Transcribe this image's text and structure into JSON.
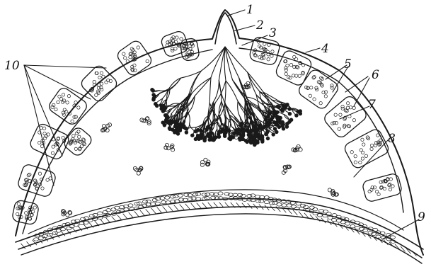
{
  "figure": {
    "labels": {
      "l1": "1",
      "l2": "2",
      "l3": "3",
      "l4": "4",
      "l5": "5",
      "l6": "6",
      "l7": "7",
      "l8": "8",
      "l9": "9",
      "l10": "10"
    }
  },
  "colors": {
    "ink": "#1a1a1a",
    "paper": "#ffffff"
  }
}
